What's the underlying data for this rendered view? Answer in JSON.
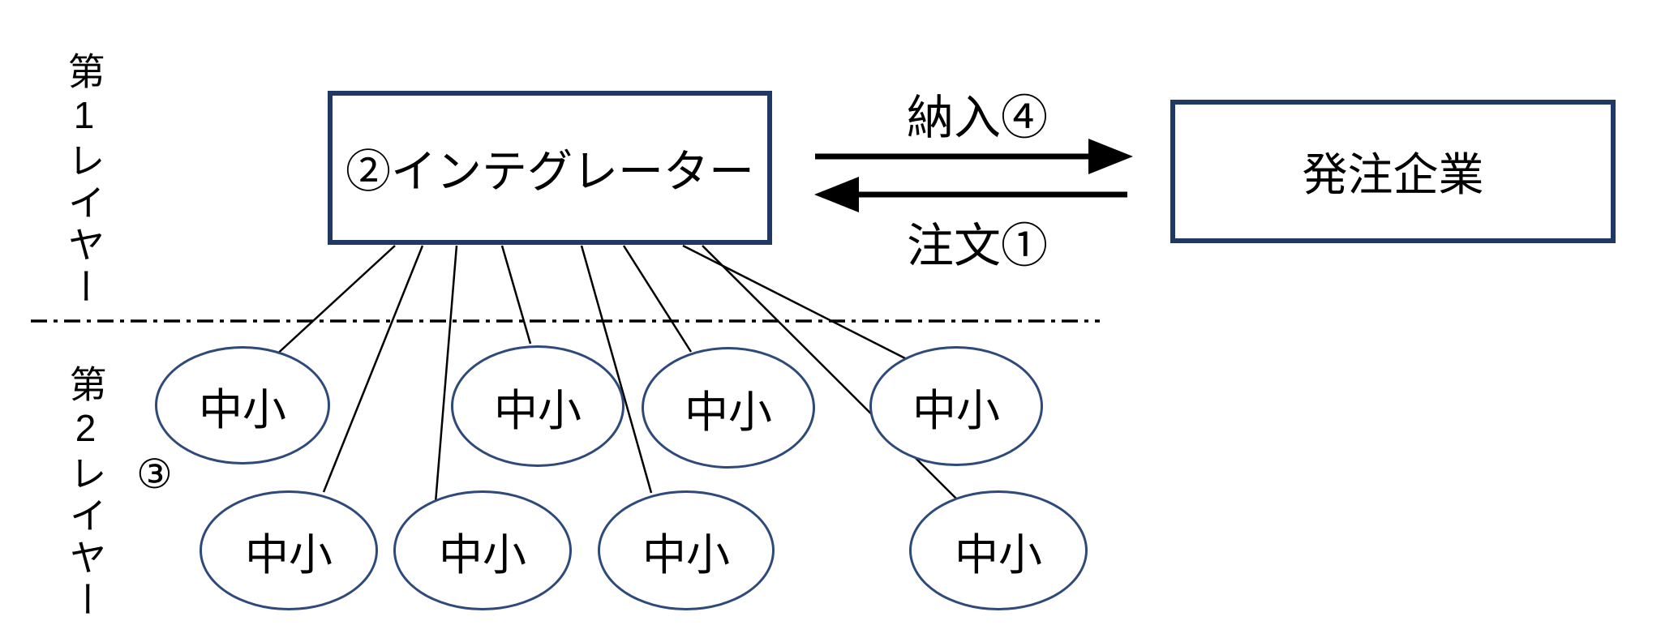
{
  "labels": {
    "layer1": "第1レイヤー",
    "layer2": "第2レイヤー",
    "annotation3": "③"
  },
  "nodes": {
    "integrator": "②インテグレーター",
    "ordering_company": "発注企業",
    "sme": "中小",
    "sme_count": 8
  },
  "flows": {
    "delivery": "納入④",
    "order": "注文①"
  },
  "colors": {
    "box_border": "#1f3864",
    "ellipse_border": "#2e4a7a",
    "line": "#000000",
    "background": "#ffffff"
  }
}
